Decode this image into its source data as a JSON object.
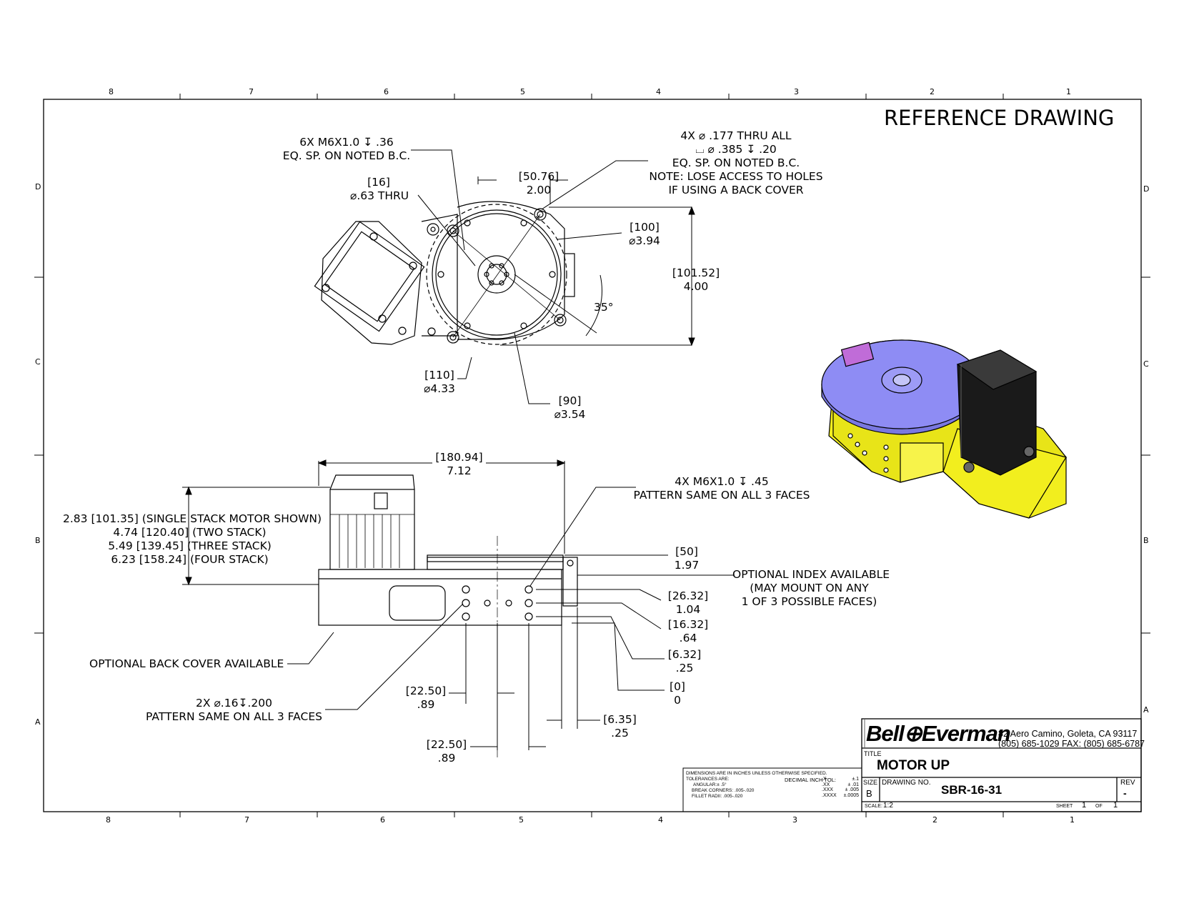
{
  "title": "REFERENCE DRAWING",
  "zones": {
    "columns_top": [
      "8",
      "7",
      "6",
      "5",
      "4",
      "3",
      "2",
      "1"
    ],
    "columns_bottom": [
      "8",
      "7",
      "6",
      "5",
      "4",
      "3",
      "2",
      "1"
    ],
    "rows_left": [
      "D",
      "C",
      "B",
      "A"
    ],
    "rows_right": [
      "D",
      "C",
      "B",
      "A"
    ]
  },
  "top_view": {
    "tapped_holes": [
      "6X M6X1.0 ↧ .36",
      "EQ. SP. ON NOTED B.C."
    ],
    "thru_hole": [
      "[16]",
      "⌀.63 THRU"
    ],
    "pilot": [
      "[50.76]",
      "2.00"
    ],
    "mount_holes": [
      "4X ⌀ .177 THRU ALL",
      "⌴ ⌀ .385 ↧ .20",
      "EQ. SP. ON NOTED B.C.",
      "NOTE: LOSE ACCESS TO HOLES",
      "IF USING A BACK COVER"
    ],
    "bc_100": [
      "[100]",
      "⌀3.94"
    ],
    "height": [
      "[101.52]",
      "4.00"
    ],
    "angle": "35°",
    "bc_110": [
      "[110]",
      "⌀4.33"
    ],
    "bc_90": [
      "[90]",
      "⌀3.54"
    ]
  },
  "side_view": {
    "length": [
      "[180.94]",
      "7.12"
    ],
    "motor_heights": [
      "2.83 [101.35] (SINGLE STACK MOTOR SHOWN)",
      "4.74 [120.40] (TWO STACK)",
      "5.49 [139.45] (THREE STACK)",
      "6.23 [158.24] (FOUR STACK)"
    ],
    "face_holes": [
      "4X M6X1.0 ↧ .45",
      "PATTERN SAME ON ALL 3 FACES"
    ],
    "h50": [
      "[50]",
      "1.97"
    ],
    "index": [
      "OPTIONAL INDEX AVAILABLE",
      "(MAY MOUNT ON ANY",
      "1 OF 3 POSSIBLE FACES)"
    ],
    "d26": [
      "[26.32]",
      "1.04"
    ],
    "d16": [
      "[16.32]",
      ".64"
    ],
    "d6": [
      "[6.32]",
      ".25"
    ],
    "d0": [
      "[0]",
      "0"
    ],
    "back_cover": "OPTIONAL BACK COVER AVAILABLE",
    "pin_holes": [
      "2X ⌀.16↧.200",
      "PATTERN SAME ON ALL 3 FACES"
    ],
    "w22a": [
      "[22.50]",
      ".89"
    ],
    "w22b": [
      "[22.50]",
      ".89"
    ],
    "w635": [
      "[6.35]",
      ".25"
    ]
  },
  "title_block": {
    "company": "Bell⊕Everman",
    "address": "82 Aero Camino, Goleta, CA 93117",
    "phone": "(805) 685-1029 FAX: (805) 685-6787",
    "title_label": "TITLE",
    "title": "MOTOR UP",
    "size_label": "SIZE",
    "size": "B",
    "dwg_label": "DRAWING NO.",
    "dwg_no": "SBR-16-31",
    "rev_label": "REV",
    "rev": "-",
    "scale_label": "SCALE:",
    "scale": "1:2",
    "sheet_label": "SHEET",
    "sheet": "1",
    "of_label": "OF",
    "of": "1"
  },
  "tolerances": {
    "line1": "DIMENSIONS ARE IN INCHES UNLESS OTHERWISE SPECIFIED.",
    "line2": "TOLERANCES ARE:",
    "decimal_label": "DECIMAL INCH TOL:",
    "angular": "ANGULAR:± .5°",
    "break": "BREAK CORNERS: .005-.020",
    "fillet": "FILLET RADII: .005-.020",
    "x": ".X",
    "x_tol": "±.1",
    "xx": ".XX",
    "xx_tol": "± .01",
    "xxx": ".XXX",
    "xxx_tol": "± .005",
    "xxxx": ".XXXX",
    "xxxx_tol": "±.0005"
  },
  "colors": {
    "line": "#000000",
    "base": "#f2ee1e",
    "table": "#8e8cf4",
    "motor": "#1a1a1a",
    "index": "#c06cd8"
  }
}
